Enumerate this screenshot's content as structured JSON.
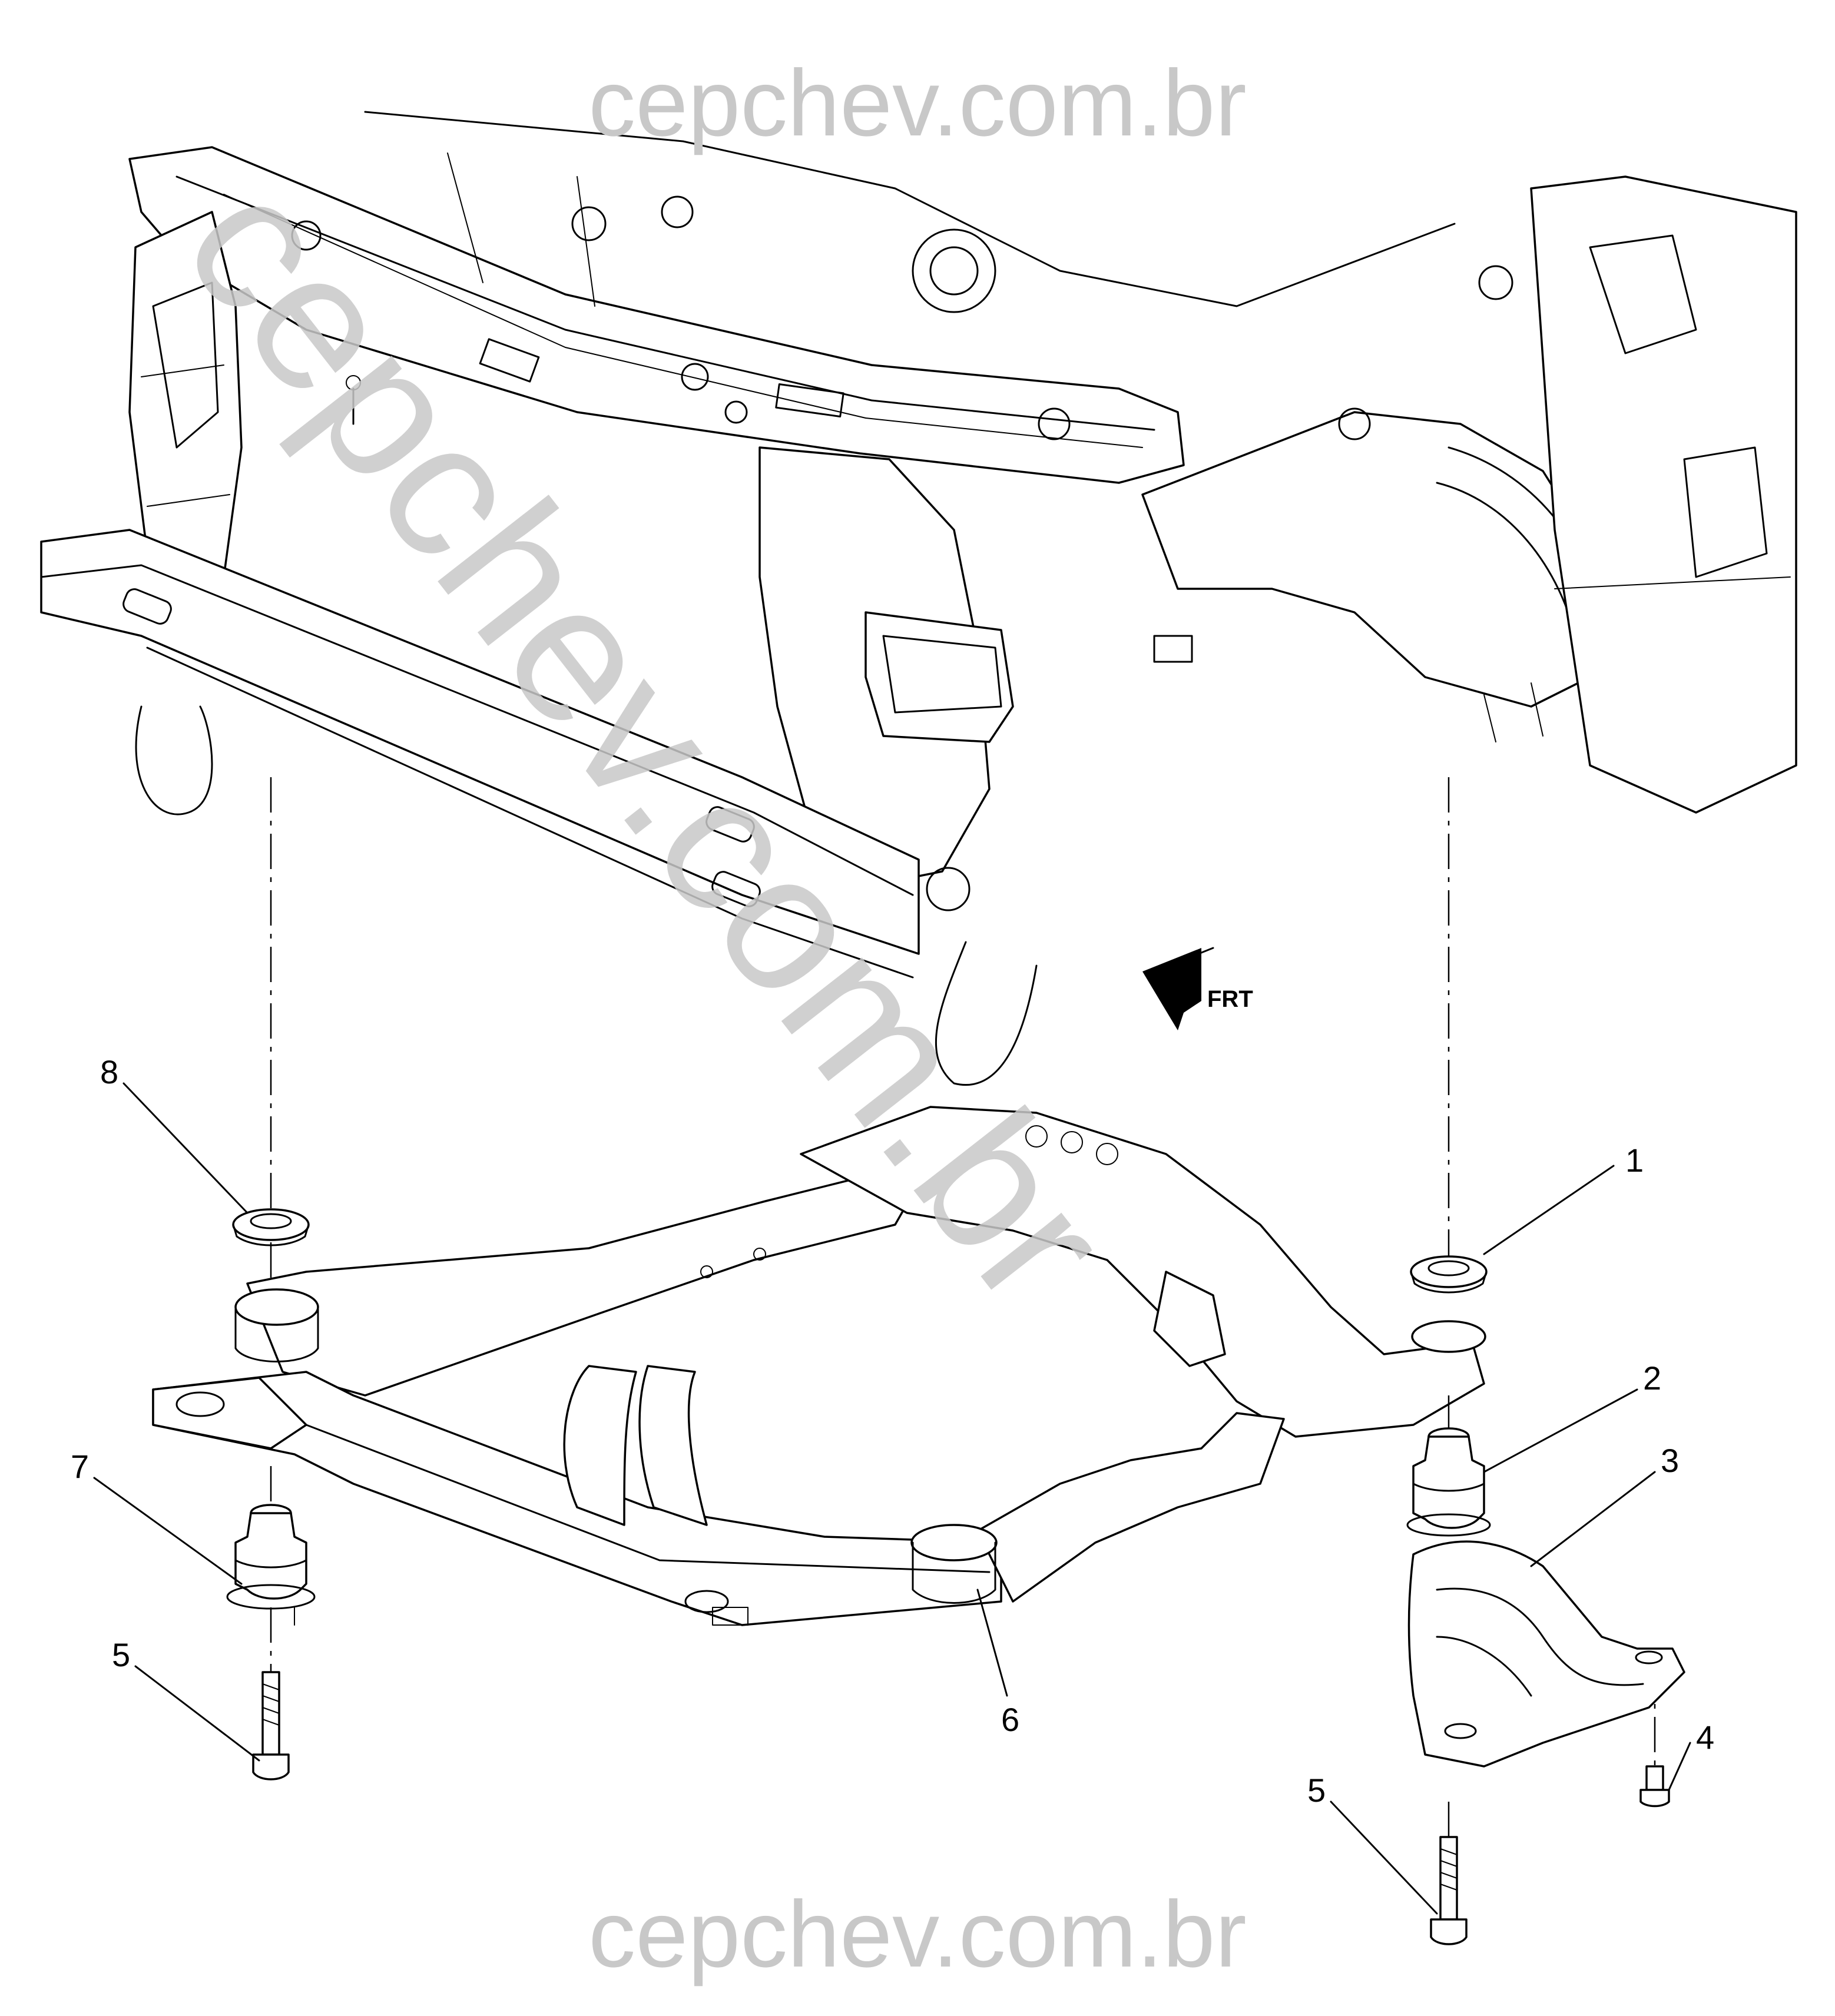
{
  "watermark": {
    "top": "cepchev.com.br",
    "bottom": "cepchev.com.br",
    "diagonal": "cepchev.com.br",
    "color": "#c8c8c8"
  },
  "orientation_arrow": {
    "label": "FRT",
    "icon": "front-direction-arrow-icon"
  },
  "callouts": [
    {
      "id": "callout-1",
      "label": "1"
    },
    {
      "id": "callout-2",
      "label": "2"
    },
    {
      "id": "callout-3",
      "label": "3"
    },
    {
      "id": "callout-4",
      "label": "4"
    },
    {
      "id": "callout-5-right",
      "label": "5"
    },
    {
      "id": "callout-5-left",
      "label": "5"
    },
    {
      "id": "callout-6",
      "label": "6"
    },
    {
      "id": "callout-7",
      "label": "7"
    },
    {
      "id": "callout-8",
      "label": "8"
    }
  ],
  "colors": {
    "line": "#000000",
    "background": "#ffffff"
  }
}
